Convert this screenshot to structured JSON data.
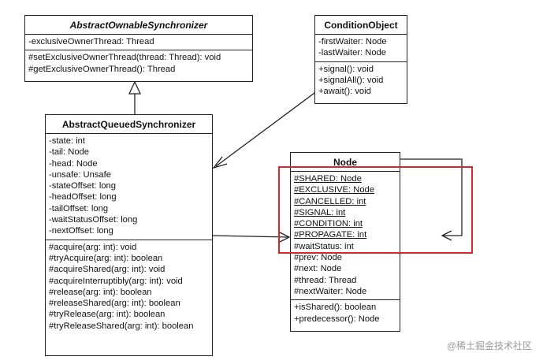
{
  "abstract_ownable_synchronizer": {
    "name": "AbstractOwnableSynchronizer",
    "fields": [
      "-exclusiveOwnerThread: Thread"
    ],
    "methods": [
      "#setExclusiveOwnerThread(thread: Thread): void",
      "#getExclusiveOwnerThread(): Thread"
    ]
  },
  "condition_object": {
    "name": "ConditionObject",
    "fields": [
      "-firstWaiter: Node",
      "-lastWaiter: Node"
    ],
    "methods": [
      "+signal(): void",
      "+signalAll(): void",
      "+await(): void"
    ]
  },
  "abstract_queued_synchronizer": {
    "name": "AbstractQueuedSynchronizer",
    "fields": [
      "-state: int",
      "-tail: Node",
      "-head: Node",
      "-unsafe: Unsafe",
      "-stateOffset: long",
      "-headOffset: long",
      "-tailOffset: long",
      "-waitStatusOffset: long",
      "-nextOffset: long"
    ],
    "methods": [
      "#acquire(arg: int): void",
      "#tryAcquire(arg: int): boolean",
      "#acquireShared(arg: int): void",
      "#acquireInterruptibly(arg: int): void",
      "#release(arg: int): boolean",
      "#releaseShared(arg: int): boolean",
      "#tryRelease(arg: int): boolean",
      "#tryReleaseShared(arg: int): boolean"
    ]
  },
  "node": {
    "name": "Node",
    "static_fields": [
      "#SHARED: Node",
      "#EXCLUSIVE: Node",
      "#CANCELLED: int",
      "#SIGNAL: int",
      "#CONDITION: int",
      "#PROPAGATE: int"
    ],
    "fields": [
      "#waitStatus: int",
      "#prev: Node",
      "#next: Node",
      "#thread: Thread",
      "#nextWaiter: Node"
    ],
    "methods": [
      "+isShared(): boolean",
      "+predecessor(): Node"
    ]
  },
  "watermark": "@稀土掘金技术社区",
  "colors": {
    "line": "#222222",
    "highlight": "#d9262c",
    "watermark": "#9a9a9a"
  }
}
